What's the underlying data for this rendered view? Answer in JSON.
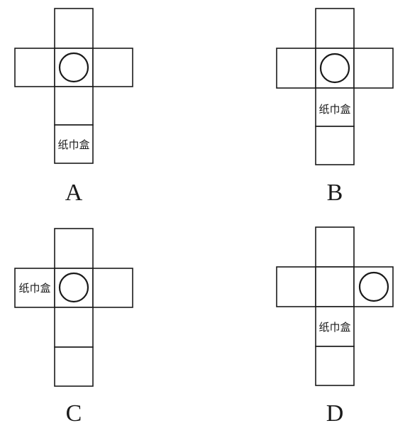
{
  "box_text": "纸巾盒",
  "options": [
    {
      "letter": "A"
    },
    {
      "letter": "B"
    },
    {
      "letter": "C"
    },
    {
      "letter": "D"
    }
  ]
}
